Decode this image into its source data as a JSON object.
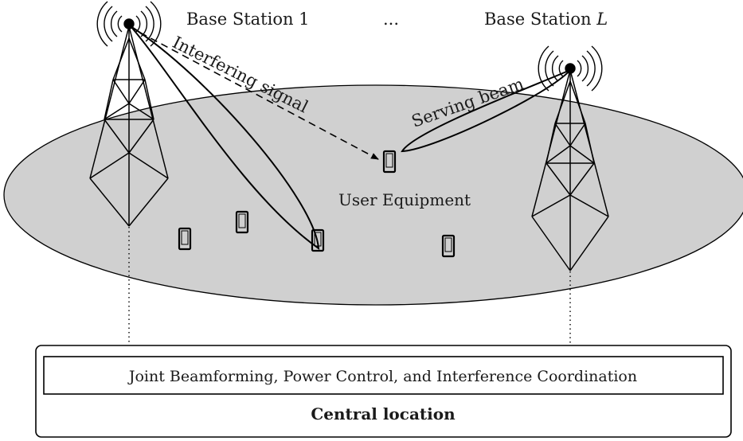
{
  "base_station_1": {
    "label": "Base Station 1"
  },
  "ellipsis": "...",
  "base_station_L": {
    "label_prefix": "Base Station",
    "label_var": "L"
  },
  "interfering_label": "Interfering signal",
  "serving_label": "Serving beam",
  "ue_label": "User Equipment",
  "coordination_label": "Joint Beamforming, Power Control, and Interference Coordination",
  "central_label": "Central location",
  "colors": {
    "cell_fill": "#d0d0d0",
    "stroke": "#000000",
    "text": "#1a1a1a"
  },
  "icons": [
    "antenna-radio-waves-icon",
    "lattice-tower-icon",
    "mobile-phone-icon"
  ]
}
